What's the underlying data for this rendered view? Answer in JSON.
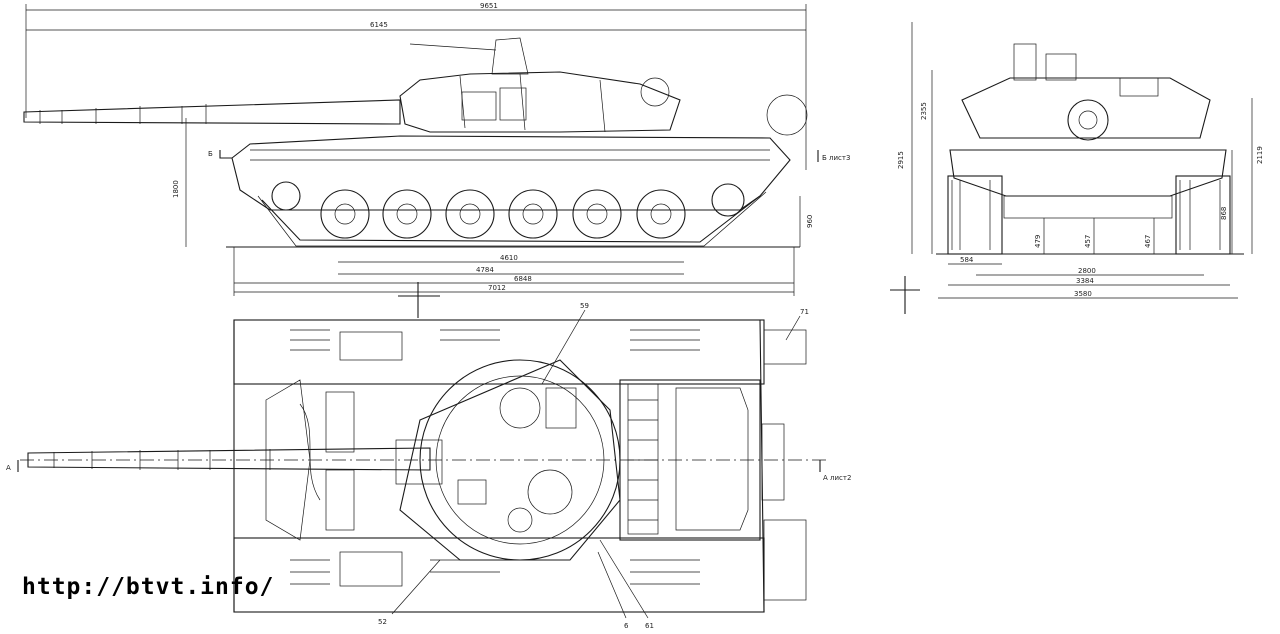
{
  "watermark": "http://btvt.info/",
  "side_view": {
    "dims": {
      "overall_length": "9651",
      "hull_to_gun": "6145",
      "height": "1800",
      "ground_clearance": "960",
      "track_base": "4610",
      "hull_lower": "4784",
      "hull_mid": "6848",
      "hull_length": "7012"
    },
    "section_left": "Б",
    "section_right": "Б лист3"
  },
  "front_view": {
    "dims": {
      "height_total": "2915",
      "height_turret": "2355",
      "height_right": "2119",
      "height_hull": "868",
      "track_w": "584",
      "width_inner": "2800",
      "width_hull": "3384",
      "width_total": "3580",
      "d1": "479",
      "d2": "457",
      "d3": "467"
    }
  },
  "top_view": {
    "section_left": "А",
    "section_right": "А лист2",
    "callouts": {
      "c59": "59",
      "c71": "71",
      "c52": "52",
      "c61": "61",
      "c6": "6"
    }
  }
}
